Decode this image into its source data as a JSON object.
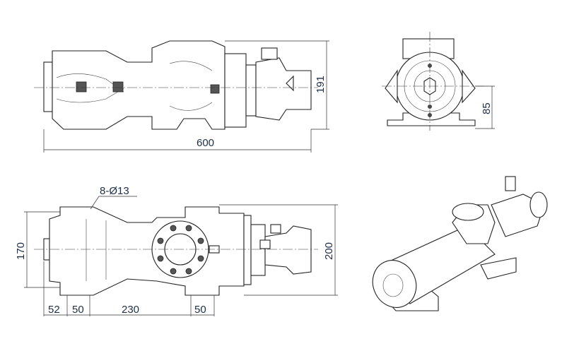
{
  "drawing": {
    "side_view": {
      "length_label": "600",
      "height_label": "191"
    },
    "end_view": {
      "axis_height_label": "85"
    },
    "plan_view": {
      "hole_note": "8-Ø13",
      "width_label": "170",
      "overall_width_label": "200",
      "bottom_dims": [
        "52",
        "50",
        "230",
        "50"
      ]
    }
  }
}
